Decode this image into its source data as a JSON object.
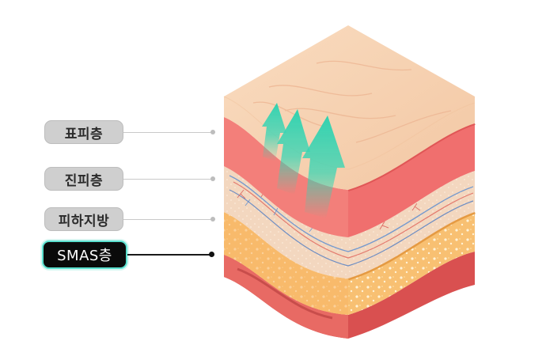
{
  "layers": [
    {
      "key": "epidermis",
      "label": "표피층",
      "active": false
    },
    {
      "key": "dermis",
      "label": "진피층",
      "active": false
    },
    {
      "key": "subcutaneous",
      "label": "피하지방",
      "active": false
    },
    {
      "key": "smas",
      "label": "SMAS층",
      "active": true
    }
  ],
  "colors": {
    "skin_surface": "#f6cfae",
    "epidermis_red": "#f06f6e",
    "dermis_beige": "#f3d7bf",
    "fat_yellow": "#f8c072",
    "smas_red": "#d95050",
    "arrow_teal": "#2fd6b5",
    "active_outline": "#5be0cf"
  }
}
